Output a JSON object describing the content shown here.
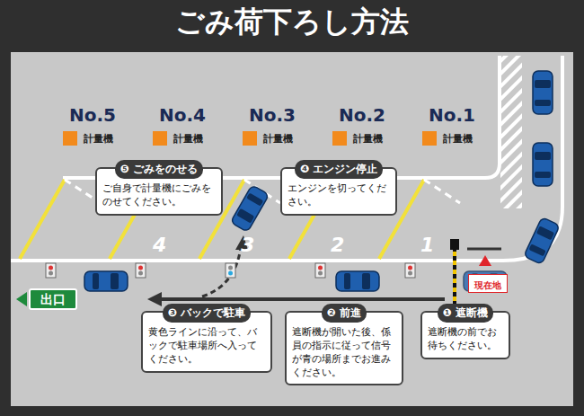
{
  "diagram": {
    "title": "ごみ荷下ろし方法",
    "nodes": [
      {
        "text": [
          "❺ ごみをのせる",
          "ご自身で計量機にごみをのせてください。"
        ]
      },
      {
        "text": [
          "❹ エンジン停止",
          "エンジンを切ってください。"
        ]
      },
      {
        "text": [
          "❸ バックで駐車",
          "黄色ラインに沿って、バックで駐車場所へ入ってください。"
        ]
      },
      {
        "text": [
          "❷ 前進",
          "遮断機が開いた後、係員の指示に従って信号が青の場所までお進みください。"
        ]
      },
      {
        "text": [
          "❶ 遮断機",
          "遮断機の前でお待ちください。"
        ]
      },
      {
        "text": [
          "出口"
        ]
      },
      {
        "text": [
          "現在地"
        ]
      }
    ],
    "labels": [
      "No.5",
      "計量機",
      "No.4",
      "計量機",
      "No.3",
      "計量機",
      "No.2",
      "計量機",
      "No.1",
      "計量機",
      "4",
      "3",
      "2",
      "1"
    ]
  }
}
